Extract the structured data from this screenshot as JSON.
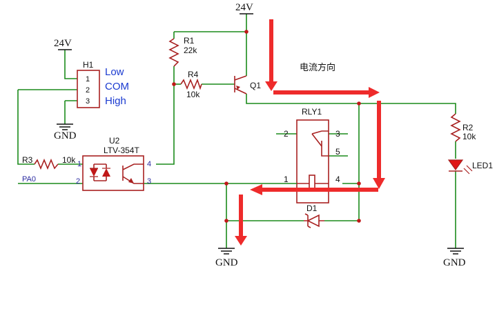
{
  "power": {
    "top": "24V",
    "h1": "24V"
  },
  "ground": {
    "g1": "GND",
    "g2": "GND",
    "g3": "GND"
  },
  "h1": {
    "ref": "H1",
    "pins": [
      "1",
      "2",
      "3"
    ],
    "labels": [
      "Low",
      "COM",
      "High"
    ]
  },
  "r1": {
    "ref": "R1",
    "value": "22k"
  },
  "r4": {
    "ref": "R4",
    "value": "10k"
  },
  "q1": {
    "ref": "Q1"
  },
  "r2": {
    "ref": "R2",
    "value": "10k"
  },
  "led1": {
    "ref": "LED1"
  },
  "r3": {
    "ref": "R3",
    "value": "10k"
  },
  "u2": {
    "ref": "U2",
    "part": "LTV-354T",
    "pins": [
      "1",
      "2",
      "3",
      "4"
    ]
  },
  "pa0": "PA0",
  "rly1": {
    "ref": "RLY1",
    "pins": [
      "2",
      "3",
      "5",
      "1",
      "4"
    ]
  },
  "d1": {
    "ref": "D1"
  },
  "note": "电流方向",
  "colors": {
    "wire": "#1a8a1a",
    "component": "#a82020",
    "arrow": "#ee2b2b",
    "blue_label": "#1a3ad0"
  }
}
